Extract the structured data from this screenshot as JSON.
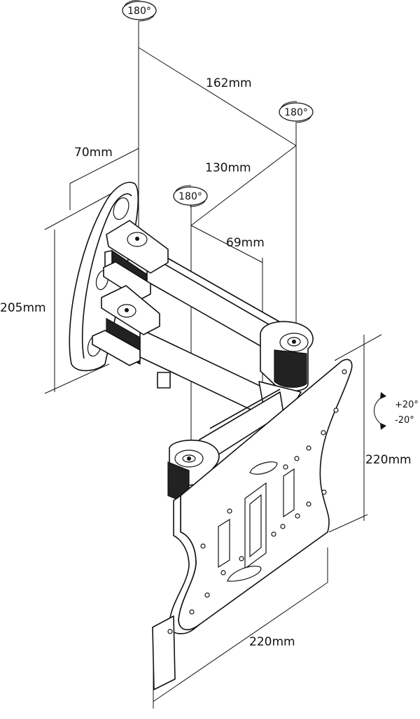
{
  "dimensions": {
    "arm_total": "162mm",
    "arm_middle": "130mm",
    "arm_short": "69mm",
    "wall_plate_depth": "70mm",
    "wall_plate_height": "205mm",
    "vesa_height": "220mm",
    "vesa_width": "220mm"
  },
  "rotations": {
    "top": "180°",
    "middle": "180°",
    "lower": "180°"
  },
  "tilt": {
    "up": "+20°",
    "down": "-20°"
  },
  "colors": {
    "line": "#111111",
    "fill_dark": "#222222",
    "background": "#ffffff"
  }
}
